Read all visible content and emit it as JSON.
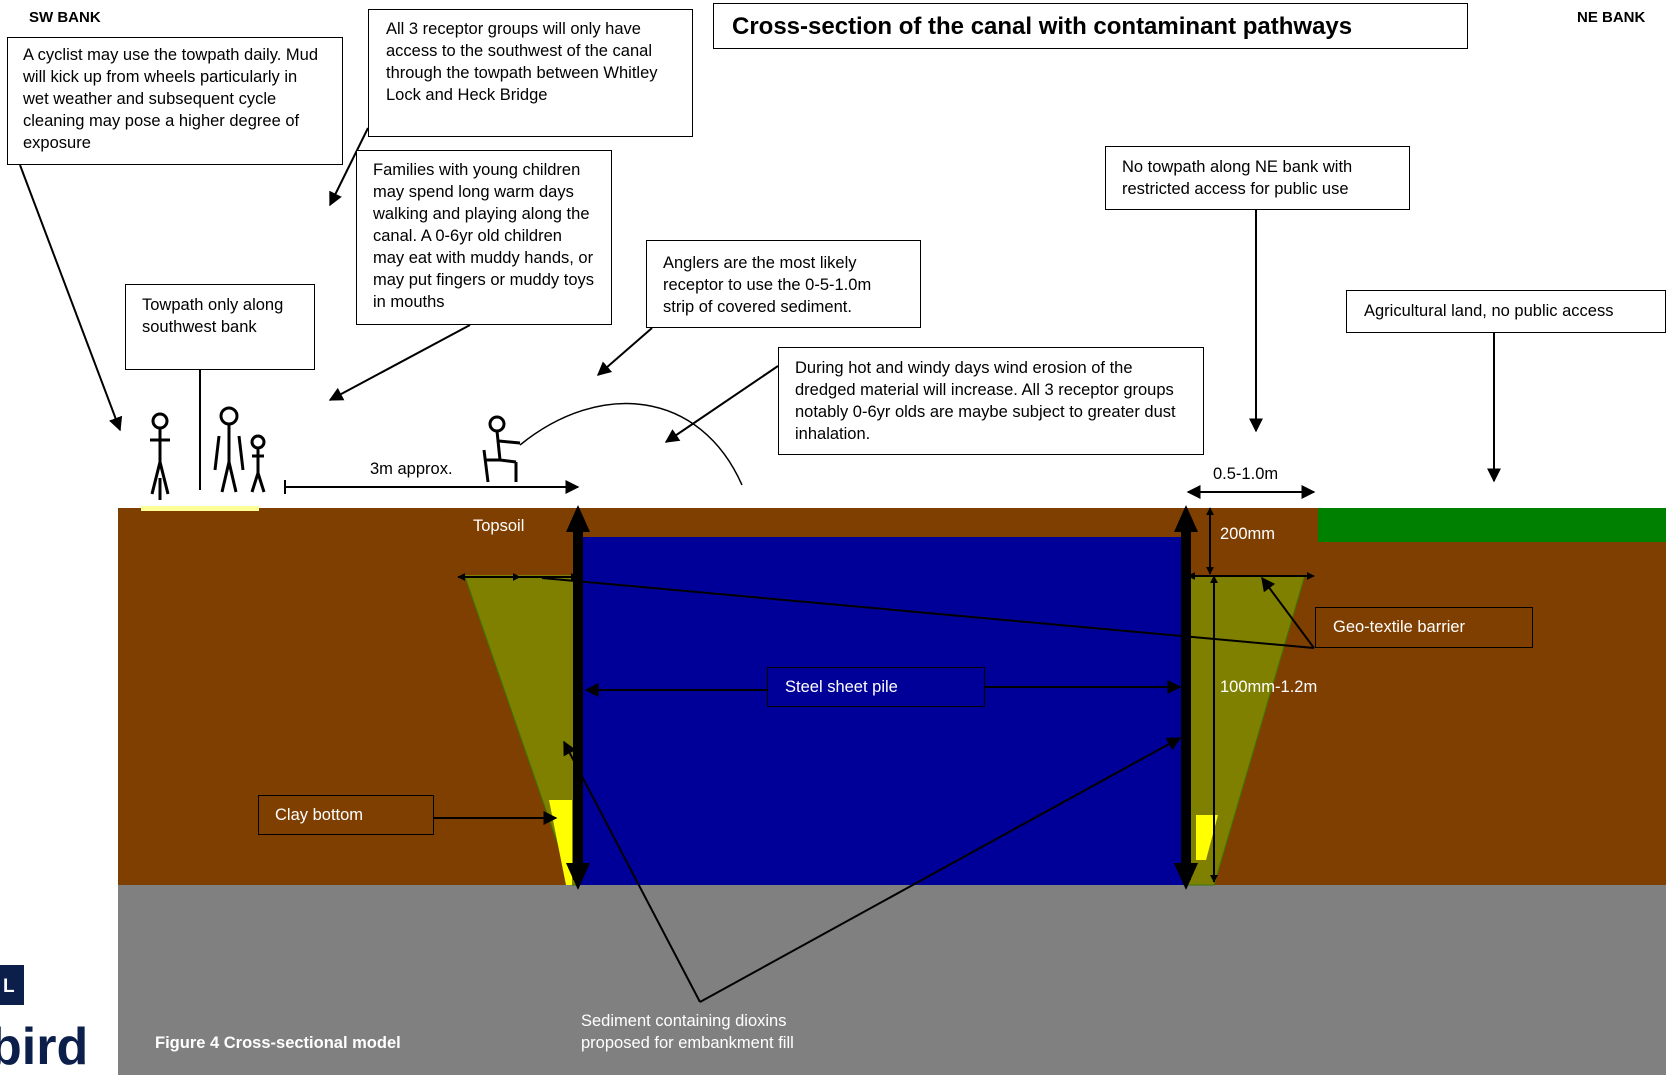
{
  "header": {
    "sw_bank": "SW BANK",
    "ne_bank": "NE BANK",
    "title": "Cross-section of the canal with contaminant pathways"
  },
  "callouts": {
    "cyclist": "A cyclist may use the towpath daily. Mud will kick up from wheels particularly in wet weather and subsequent cycle cleaning may pose a higher degree of exposure",
    "receptor_groups": "All 3 receptor groups will only have access to the southwest of the canal through the towpath between Whitley Lock and Heck Bridge",
    "families": "Families with young children may spend long warm days walking and playing along the canal. A 0-6yr old children may eat with muddy hands, or may put fingers or muddy toys in mouths",
    "towpath": "Towpath only along southwest bank",
    "anglers": "Anglers are the most likely receptor to use the 0-5-1.0m strip of covered sediment.",
    "wind": "During hot and windy days wind erosion of the dredged material will increase. All 3 receptor groups notably 0-6yr olds are maybe subject to greater dust inhalation.",
    "no_towpath": "No towpath along NE bank with restricted access for public use",
    "agricultural": "Agricultural land, no public access",
    "geotextile": "Geo-textile barrier",
    "steel_pile": "Steel sheet pile",
    "clay_bottom": "Clay bottom"
  },
  "labels": {
    "distance": "3m approx.",
    "strip_width": "0.5-1.0m",
    "topsoil_depth": "200mm",
    "sediment_depth": "100mm-1.2m",
    "topsoil": "Topsoil",
    "sediment": "Sediment containing dioxins proposed for embankment fill",
    "figure": "Figure 4  Cross-sectional model",
    "logo_partial": "bird"
  },
  "colors": {
    "soil": "#7f3f00",
    "water": "#000099",
    "bedrock": "#808080",
    "sediment": "#808000",
    "grass": "#008000",
    "clay": "#ffff00",
    "towpath": "#ffff99"
  }
}
